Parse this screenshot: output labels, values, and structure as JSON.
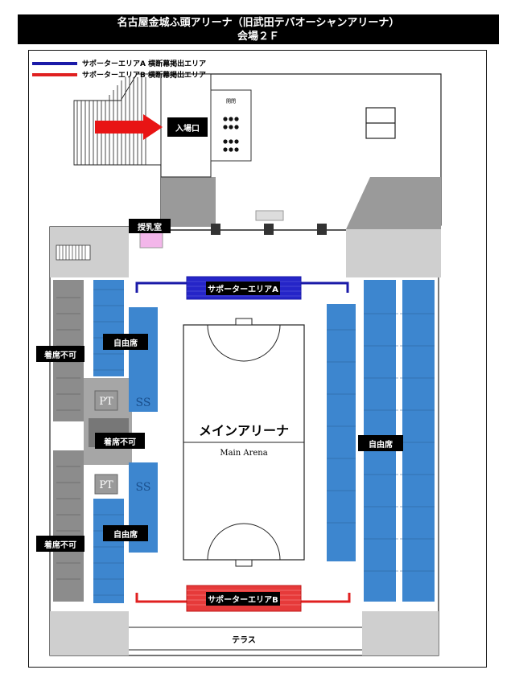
{
  "title": {
    "line1": "名古屋金城ふ頭アリーナ（旧武田テバオーシャンアリーナ）",
    "line2": "会場２Ｆ"
  },
  "legend": [
    {
      "label": "サポーターエリアA 横断幕掲出エリア",
      "color": "#1a1aa8"
    },
    {
      "label": "サポーターエリアB 横断幕掲出エリア",
      "color": "#e02020"
    }
  ],
  "labels": {
    "entrance": "入場口",
    "nursing_room": "授乳室",
    "supporter_a": "サポーターエリアA",
    "supporter_b": "サポーターエリアB",
    "free_seat_left_top": "自由席",
    "free_seat_left_bottom": "自由席",
    "free_seat_right": "自由席",
    "no_seat_top": "着席不可",
    "no_seat_middle": "着席不可",
    "no_seat_bottom": "着席不可",
    "terrace": "テラス",
    "main_arena_jp": "メインアリーナ",
    "main_arena_en": "Main Arena",
    "pt_top": "PT",
    "pt_bottom": "PT",
    "ss_top": "SS",
    "ss_bottom": "SS",
    "gate": "開閉"
  },
  "colors": {
    "seat_blue": "#3d86cf",
    "seat_gray": "#8c8c8c",
    "supporter_a": "#1a1aa8",
    "supporter_b": "#e02020",
    "nursing": "#f3b6ea"
  }
}
